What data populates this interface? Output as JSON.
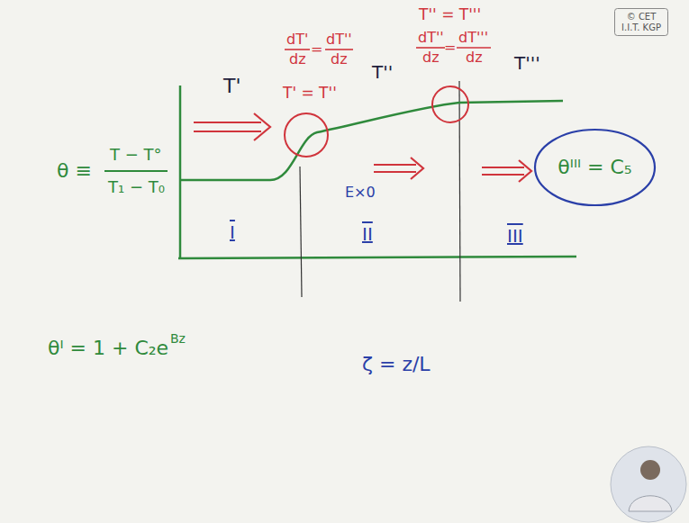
{
  "diagram": {
    "nodes": [
      {
        "text": [
          "© CET I.I.T. KGP"
        ]
      },
      {
        "text": [
          "θᴵᴵᴵ = C₅"
        ]
      }
    ],
    "labels": [
      "T'",
      "dT'",
      "dz",
      "=",
      "dT''",
      "dz",
      "T' = T''",
      "T''",
      "T'' = T'''",
      "dT''",
      "dz",
      "=",
      "dT'''",
      "dz",
      "T'''",
      "θ ≡",
      "T − T°",
      "T₁ − T₀",
      "E×0",
      "I",
      "II",
      "III",
      "θᴵ = 1 + C₂e",
      "Bz",
      "ζ = z/L"
    ]
  }
}
